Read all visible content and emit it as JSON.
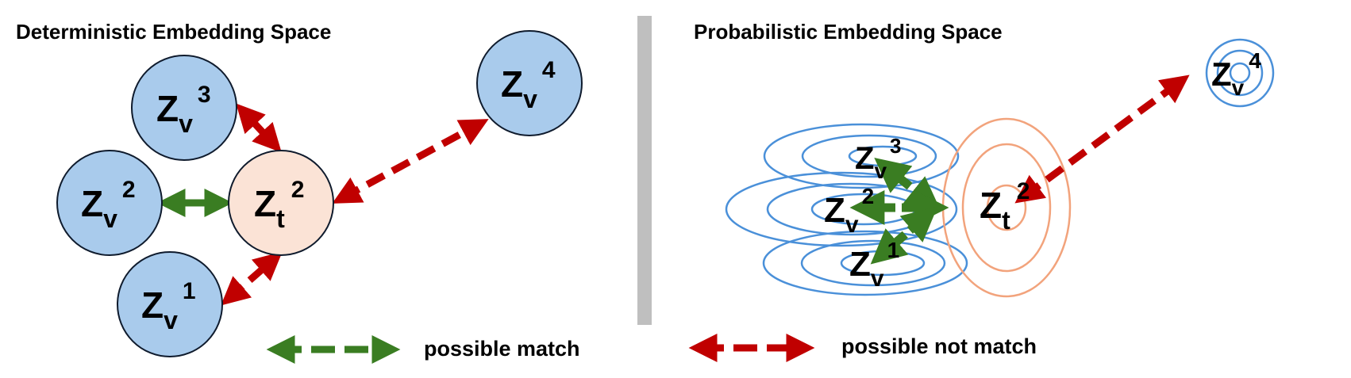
{
  "left_title": "Deterministic Embedding Space",
  "right_title": "Probabilistic Embedding Space",
  "nodes": {
    "zv1": {
      "base": "Z",
      "sub": "v",
      "sup": "1"
    },
    "zv2": {
      "base": "Z",
      "sub": "v",
      "sup": "2"
    },
    "zv3": {
      "base": "Z",
      "sub": "v",
      "sup": "3"
    },
    "zv4": {
      "base": "Z",
      "sub": "v",
      "sup": "4"
    },
    "zt2": {
      "base": "Z",
      "sub": "t",
      "sup": "2"
    }
  },
  "legend": {
    "match_label": "possible match",
    "not_match_label": "possible not match"
  },
  "colors": {
    "visual_fill": "#a9cbec",
    "text_fill": "#fbe3d6",
    "outline": "#0f1b2d",
    "match_arrow": "#3a7d22",
    "not_match_arrow": "#c00000",
    "visual_contour": "#4a90d9",
    "text_contour": "#f2a37c",
    "divider": "#bfbfbf"
  }
}
